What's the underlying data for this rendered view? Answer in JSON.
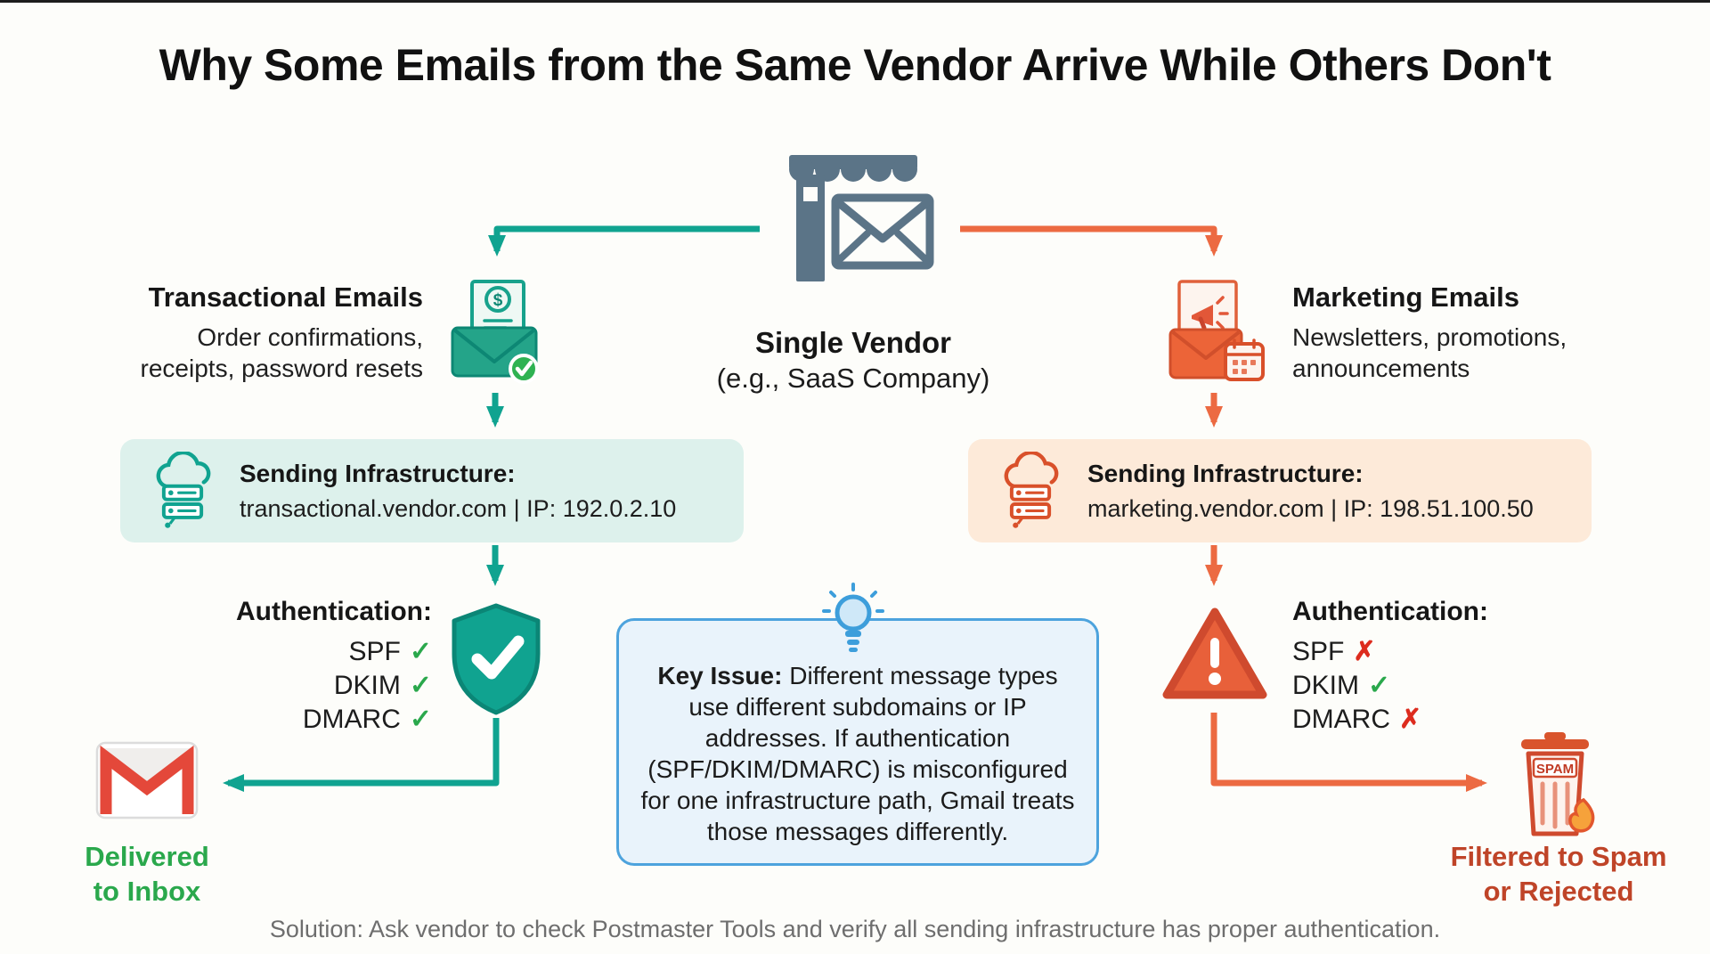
{
  "title": "Why Some Emails from the Same Vendor Arrive While Others Don't",
  "vendor": {
    "label": "Single Vendor",
    "sublabel": "(e.g., SaaS Company)"
  },
  "transactional": {
    "heading": "Transactional Emails",
    "desc1": "Order confirmations,",
    "desc2": "receipts, password resets",
    "infra_title": "Sending Infrastructure:",
    "infra_value": "transactional.vendor.com | IP: 192.0.2.10",
    "auth_title": "Authentication:",
    "auth_items": [
      {
        "name": "SPF",
        "mark": "✓",
        "status": "pass"
      },
      {
        "name": "DKIM",
        "mark": "✓",
        "status": "pass"
      },
      {
        "name": "DMARC",
        "mark": "✓",
        "status": "pass"
      }
    ],
    "outcome1": "Delivered",
    "outcome2": "to Inbox"
  },
  "marketing": {
    "heading": "Marketing Emails",
    "desc1": "Newsletters, promotions,",
    "desc2": "announcements",
    "infra_title": "Sending Infrastructure:",
    "infra_value": "marketing.vendor.com | IP: 198.51.100.50",
    "auth_title": "Authentication:",
    "auth_items": [
      {
        "name": "SPF",
        "mark": "✗",
        "status": "fail"
      },
      {
        "name": "DKIM",
        "mark": "✓",
        "status": "pass"
      },
      {
        "name": "DMARC",
        "mark": "✗",
        "status": "fail"
      }
    ],
    "outcome1": "Filtered to Spam",
    "outcome2": "or Rejected"
  },
  "key_issue": {
    "label": "Key Issue:",
    "body": " Different message types use different subdomains or IP addresses. If authentication (SPF/DKIM/DMARC) is misconfigured for one infrastructure path, Gmail treats those messages differently."
  },
  "solution": "Solution: Ask vendor to check Postmaster Tools and verify all sending infrastructure has proper authentication.",
  "spam": {
    "label": "SPAM"
  },
  "glyphs": {
    "dollar": "$",
    "check": "✓",
    "cross": "✗"
  },
  "icons": [
    "storefront-icon",
    "transactional-envelope-icon",
    "server-cloud-icon",
    "shield-check-icon",
    "gmail-icon",
    "marketing-envelope-icon",
    "warning-triangle-icon",
    "spam-trash-icon",
    "lightbulb-icon"
  ],
  "colors": {
    "teal": "#10a390",
    "teal-dark": "#0b8676",
    "teal-bg": "#ddf1ec",
    "green": "#2aa84c",
    "orange": "#ec6a42",
    "orange-dark": "#d9502a",
    "orange-bg": "#fdead9",
    "red": "#dd2c1e",
    "rust": "#bf4428",
    "blue": "#3d9edb",
    "blue-border": "#4da3dd",
    "blue-bg": "#e9f3fb",
    "slate": "#5b7487",
    "ink": "#161616",
    "gray-text": "#6e6e6e",
    "canvas-bg": "#fdfdfa"
  }
}
